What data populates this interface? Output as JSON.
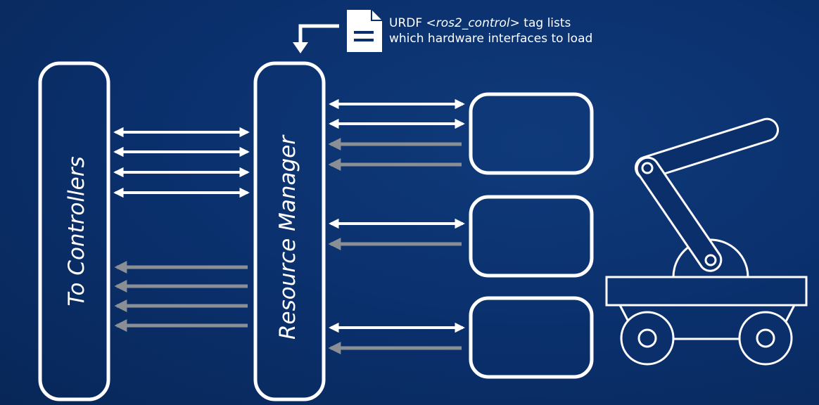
{
  "left_block": {
    "label": "To Controllers"
  },
  "manager_block": {
    "label": "Resource Manager"
  },
  "urdf_note": {
    "line1_prefix": "URDF ",
    "line1_tag": "<ros2_control>",
    "line1_suffix": " tag lists",
    "line2": "which hardware interfaces to load"
  },
  "icons": {
    "document": "document-icon",
    "robot": "mobile-robot-arm-icon"
  },
  "colors": {
    "background": "#0a2f6b",
    "foreground": "#ffffff",
    "state_arrow": "#8a8f96"
  },
  "connections": {
    "controllers_to_manager": {
      "bidirectional": 4,
      "gray_state": 4
    },
    "hardware_1": {
      "bidirectional": 2,
      "gray_state": 2
    },
    "hardware_2": {
      "bidirectional": 1,
      "gray_state": 1
    },
    "hardware_3": {
      "bidirectional": 1,
      "gray_state": 1
    }
  }
}
